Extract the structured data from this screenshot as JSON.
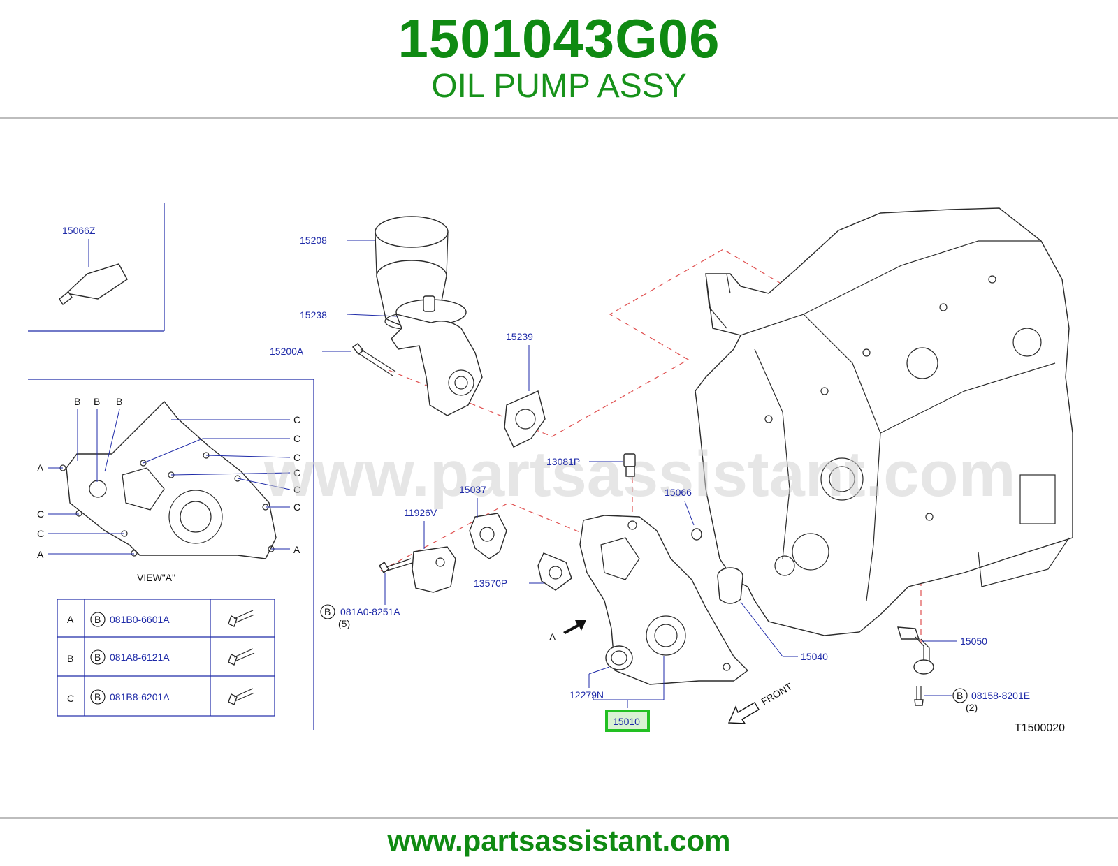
{
  "header": {
    "part_number": "1501043G06",
    "part_name": "OIL PUMP ASSY"
  },
  "watermark": "www.partsassistant.com",
  "footer": {
    "url": "www.partsassistant.com"
  },
  "diagram": {
    "code": "T1500020",
    "view_caption": "VIEW\"A\"",
    "arrow_label": "A",
    "front_label": "FRONT",
    "callouts": {
      "p15066Z": "15066Z",
      "p15208": "15208",
      "p15238": "15238",
      "p15200A": "15200A",
      "p15239": "15239",
      "p13081P": "13081P",
      "p15037": "15037",
      "p15066": "15066",
      "p11926V": "11926V",
      "p13570P": "13570P",
      "p081A0": "081A0-8251A",
      "p081A0_qty": "(5)",
      "p15040": "15040",
      "p15050": "15050",
      "p08158": "08158-8201E",
      "p08158_qty": "(2)",
      "p12279N": "12279N",
      "p15010": "15010"
    },
    "view_letters": {
      "B": "B",
      "A": "A",
      "C": "C"
    },
    "bolt_table": [
      {
        "key": "A",
        "prefix": "B",
        "part": "081B0-6601A"
      },
      {
        "key": "B",
        "prefix": "B",
        "part": "081A8-6121A"
      },
      {
        "key": "C",
        "prefix": "B",
        "part": "081B8-6201A"
      }
    ],
    "circle_prefix": "B",
    "highlight_color": "#22c022"
  }
}
